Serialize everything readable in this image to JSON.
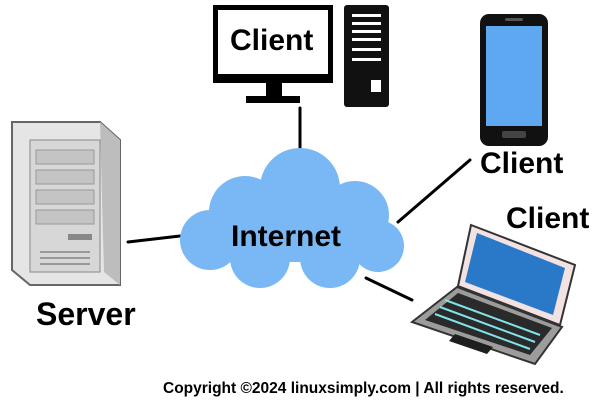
{
  "diagram": {
    "internet_label": "Internet",
    "server_label": "Server",
    "clients": [
      {
        "device": "desktop-computer",
        "label": "Client"
      },
      {
        "device": "smartphone",
        "label": "Client"
      },
      {
        "device": "laptop",
        "label": "Client"
      }
    ],
    "copyright": "Copyright ©2024 linuxsimply.com | All rights reserved."
  },
  "colors": {
    "cloud": "#7ab8f5",
    "phone_screen": "#5ea8f2",
    "laptop_screen": "#2a79c9",
    "laptop_keyboard": "#7fe3ea",
    "server_body": "#d7d7d7",
    "connector": "#000000"
  }
}
